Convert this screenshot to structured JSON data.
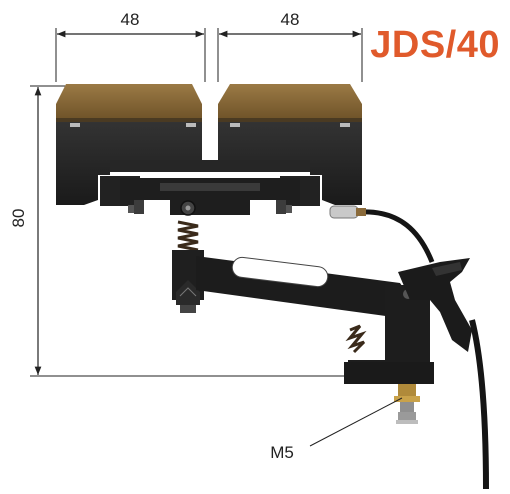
{
  "title": "JDS/40",
  "colors": {
    "title": "#e05a2b",
    "body": "#1f1f1f",
    "body_shade": "#2e2e2e",
    "shoe": "#8a6a3a",
    "shoe_dark": "#5a4322",
    "dimension_line": "#222222"
  },
  "dimensions": {
    "width_left": "48",
    "width_right": "48",
    "height": "80",
    "thread": "M5"
  }
}
